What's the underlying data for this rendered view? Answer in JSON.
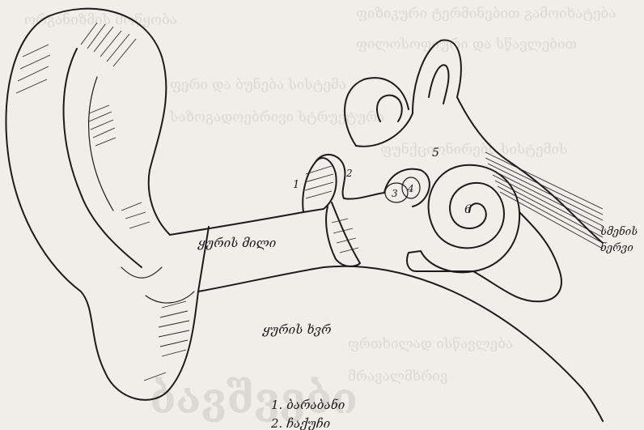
{
  "diagram": {
    "labels": {
      "canal_upper": "ყურის მილი",
      "canal_lower": "ყურის ხვრ",
      "nerve_1": "სმენის",
      "nerve_2": "ნერვი",
      "part_1": "1",
      "part_2": "2",
      "part_3": "3",
      "part_4": "4",
      "part_5": "5",
      "part_6": "6",
      "caption_1": "1. ბარაბანი",
      "caption_2": "2. ჩაქუჩი"
    },
    "bleed_through": {
      "lines": [
        "ფიზიკური ტერმინებით გამოიხატება",
        "ფილოსოფიური და სწავლებით",
        "ფუნქციონირებს სისტემის",
        "ორგანიზმის მოწყობა",
        "ფერი და ბუნება სისტემა",
        "საზოგადოებრივი სტრუქტურა",
        "ფრთხილად ისწავლება",
        "მრავალმხრივ"
      ],
      "big_word": "ბავშვები"
    }
  }
}
